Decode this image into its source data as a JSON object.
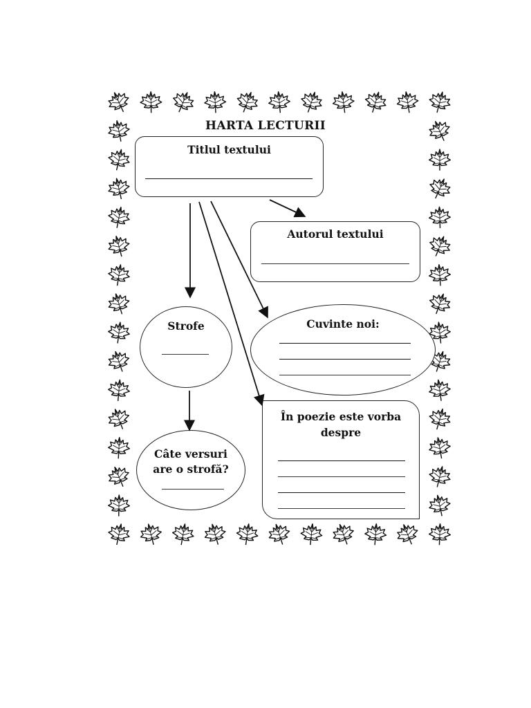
{
  "worksheet": {
    "heading": "HARTA LECTURII",
    "title_box": {
      "label": "Titlul textului"
    },
    "author_box": {
      "label": "Autorul textului"
    },
    "stanzas_box": {
      "label": "Strofe"
    },
    "new_words_box": {
      "label": "Cuvinte noi:"
    },
    "verses_box": {
      "line1": "Câte versuri",
      "line2": "are o strofă?"
    },
    "about_box": {
      "line1": "În poezie este vorba",
      "line2": "despre"
    }
  },
  "decoration": {
    "border_icon": "maple-leaf-icon"
  }
}
